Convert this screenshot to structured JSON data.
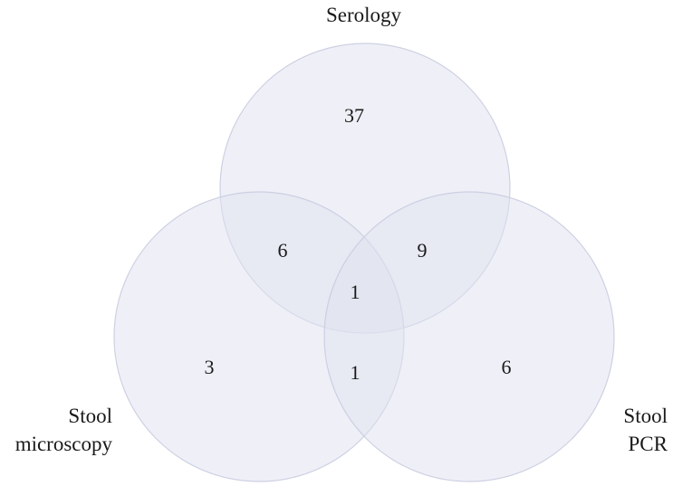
{
  "sets": {
    "serology": {
      "label": "Serology"
    },
    "stool_microscopy": {
      "label_lines": [
        "Stool",
        "microscopy"
      ]
    },
    "stool_pcr": {
      "label_lines": [
        "Stool",
        "PCR"
      ]
    }
  },
  "regions": {
    "serology_only": "37",
    "serology_microscopy": "6",
    "serology_pcr": "9",
    "all_three": "1",
    "microscopy_only": "3",
    "microscopy_pcr": "1",
    "pcr_only": "6"
  },
  "colors": {
    "circle_fill": "#dfe1ef",
    "circle_stroke": "#c9cce0",
    "text": "#1a1a1a"
  }
}
